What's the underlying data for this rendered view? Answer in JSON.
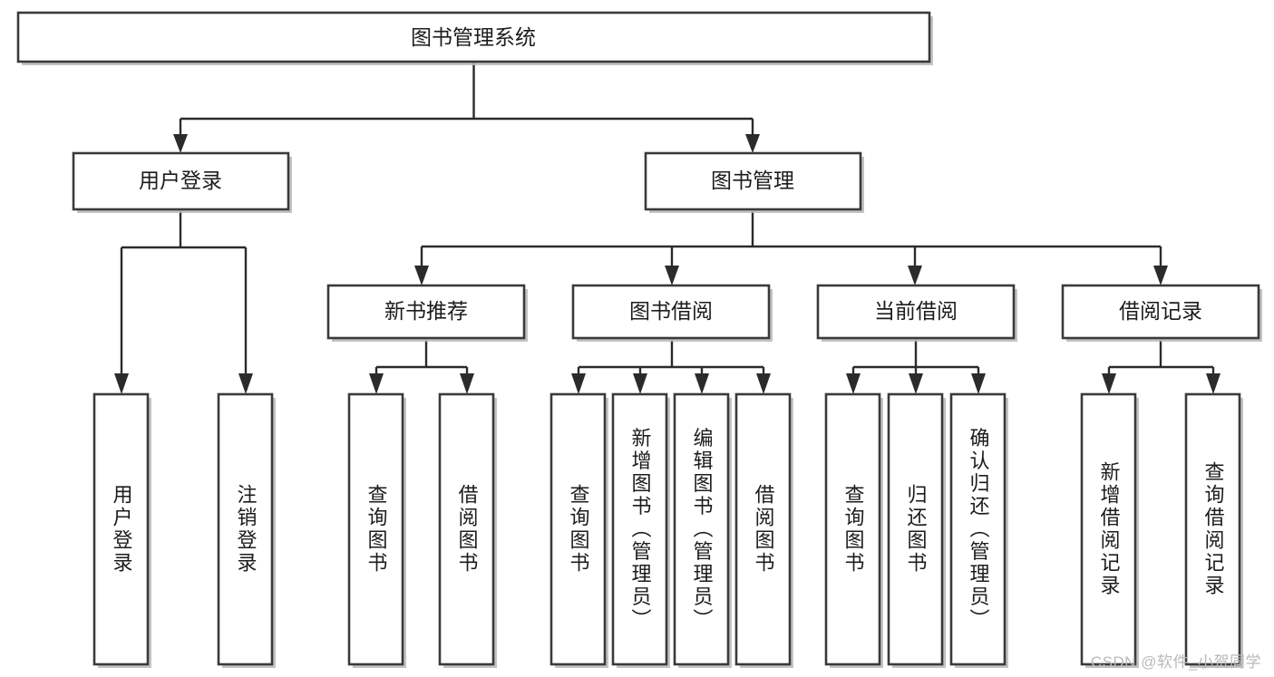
{
  "diagram": {
    "type": "tree-hierarchy",
    "title": "图书管理系统",
    "watermark": "CSDN @软件_小贺同学",
    "colors": {
      "box_stroke": "#3a3a3a",
      "connector": "#2b2b2b",
      "background": "#ffffff",
      "text": "#1c1c1c",
      "watermark": "#b9b9b9"
    },
    "root": {
      "id": "root",
      "label": "图书管理系统",
      "orientation": "horizontal"
    },
    "level2": [
      {
        "id": "user-login",
        "label": "用户登录",
        "orientation": "horizontal"
      },
      {
        "id": "book-manage",
        "label": "图书管理",
        "orientation": "horizontal"
      }
    ],
    "level3": [
      {
        "id": "new-book-recommend",
        "label": "新书推荐",
        "orientation": "horizontal",
        "parent": "book-manage"
      },
      {
        "id": "book-borrow",
        "label": "图书借阅",
        "orientation": "horizontal",
        "parent": "book-manage"
      },
      {
        "id": "current-borrow",
        "label": "当前借阅",
        "orientation": "horizontal",
        "parent": "book-manage"
      },
      {
        "id": "borrow-record",
        "label": "借阅记录",
        "orientation": "horizontal",
        "parent": "book-manage"
      }
    ],
    "leaves": {
      "user-login": [
        {
          "id": "leaf-user-login",
          "label": "用户登录",
          "orientation": "vertical"
        },
        {
          "id": "leaf-user-logout",
          "label": "注销登录",
          "orientation": "vertical"
        }
      ],
      "new-book-recommend": [
        {
          "id": "leaf-query-book-1",
          "label": "查询图书",
          "orientation": "vertical"
        },
        {
          "id": "leaf-borrow-book-1",
          "label": "借阅图书",
          "orientation": "vertical"
        }
      ],
      "book-borrow": [
        {
          "id": "leaf-query-book-2",
          "label": "查询图书",
          "orientation": "vertical"
        },
        {
          "id": "leaf-add-book",
          "label": "新增图书（管理员）",
          "orientation": "vertical"
        },
        {
          "id": "leaf-edit-book",
          "label": "编辑图书（管理员）",
          "orientation": "vertical"
        },
        {
          "id": "leaf-borrow-book-2",
          "label": "借阅图书",
          "orientation": "vertical"
        }
      ],
      "current-borrow": [
        {
          "id": "leaf-query-book-3",
          "label": "查询图书",
          "orientation": "vertical"
        },
        {
          "id": "leaf-return-book",
          "label": "归还图书",
          "orientation": "vertical"
        },
        {
          "id": "leaf-confirm-return",
          "label": "确认归还（管理员）",
          "orientation": "vertical"
        }
      ],
      "borrow-record": [
        {
          "id": "leaf-add-record",
          "label": "新增借阅记录",
          "orientation": "vertical"
        },
        {
          "id": "leaf-query-record",
          "label": "查询借阅记录",
          "orientation": "vertical"
        }
      ]
    }
  }
}
